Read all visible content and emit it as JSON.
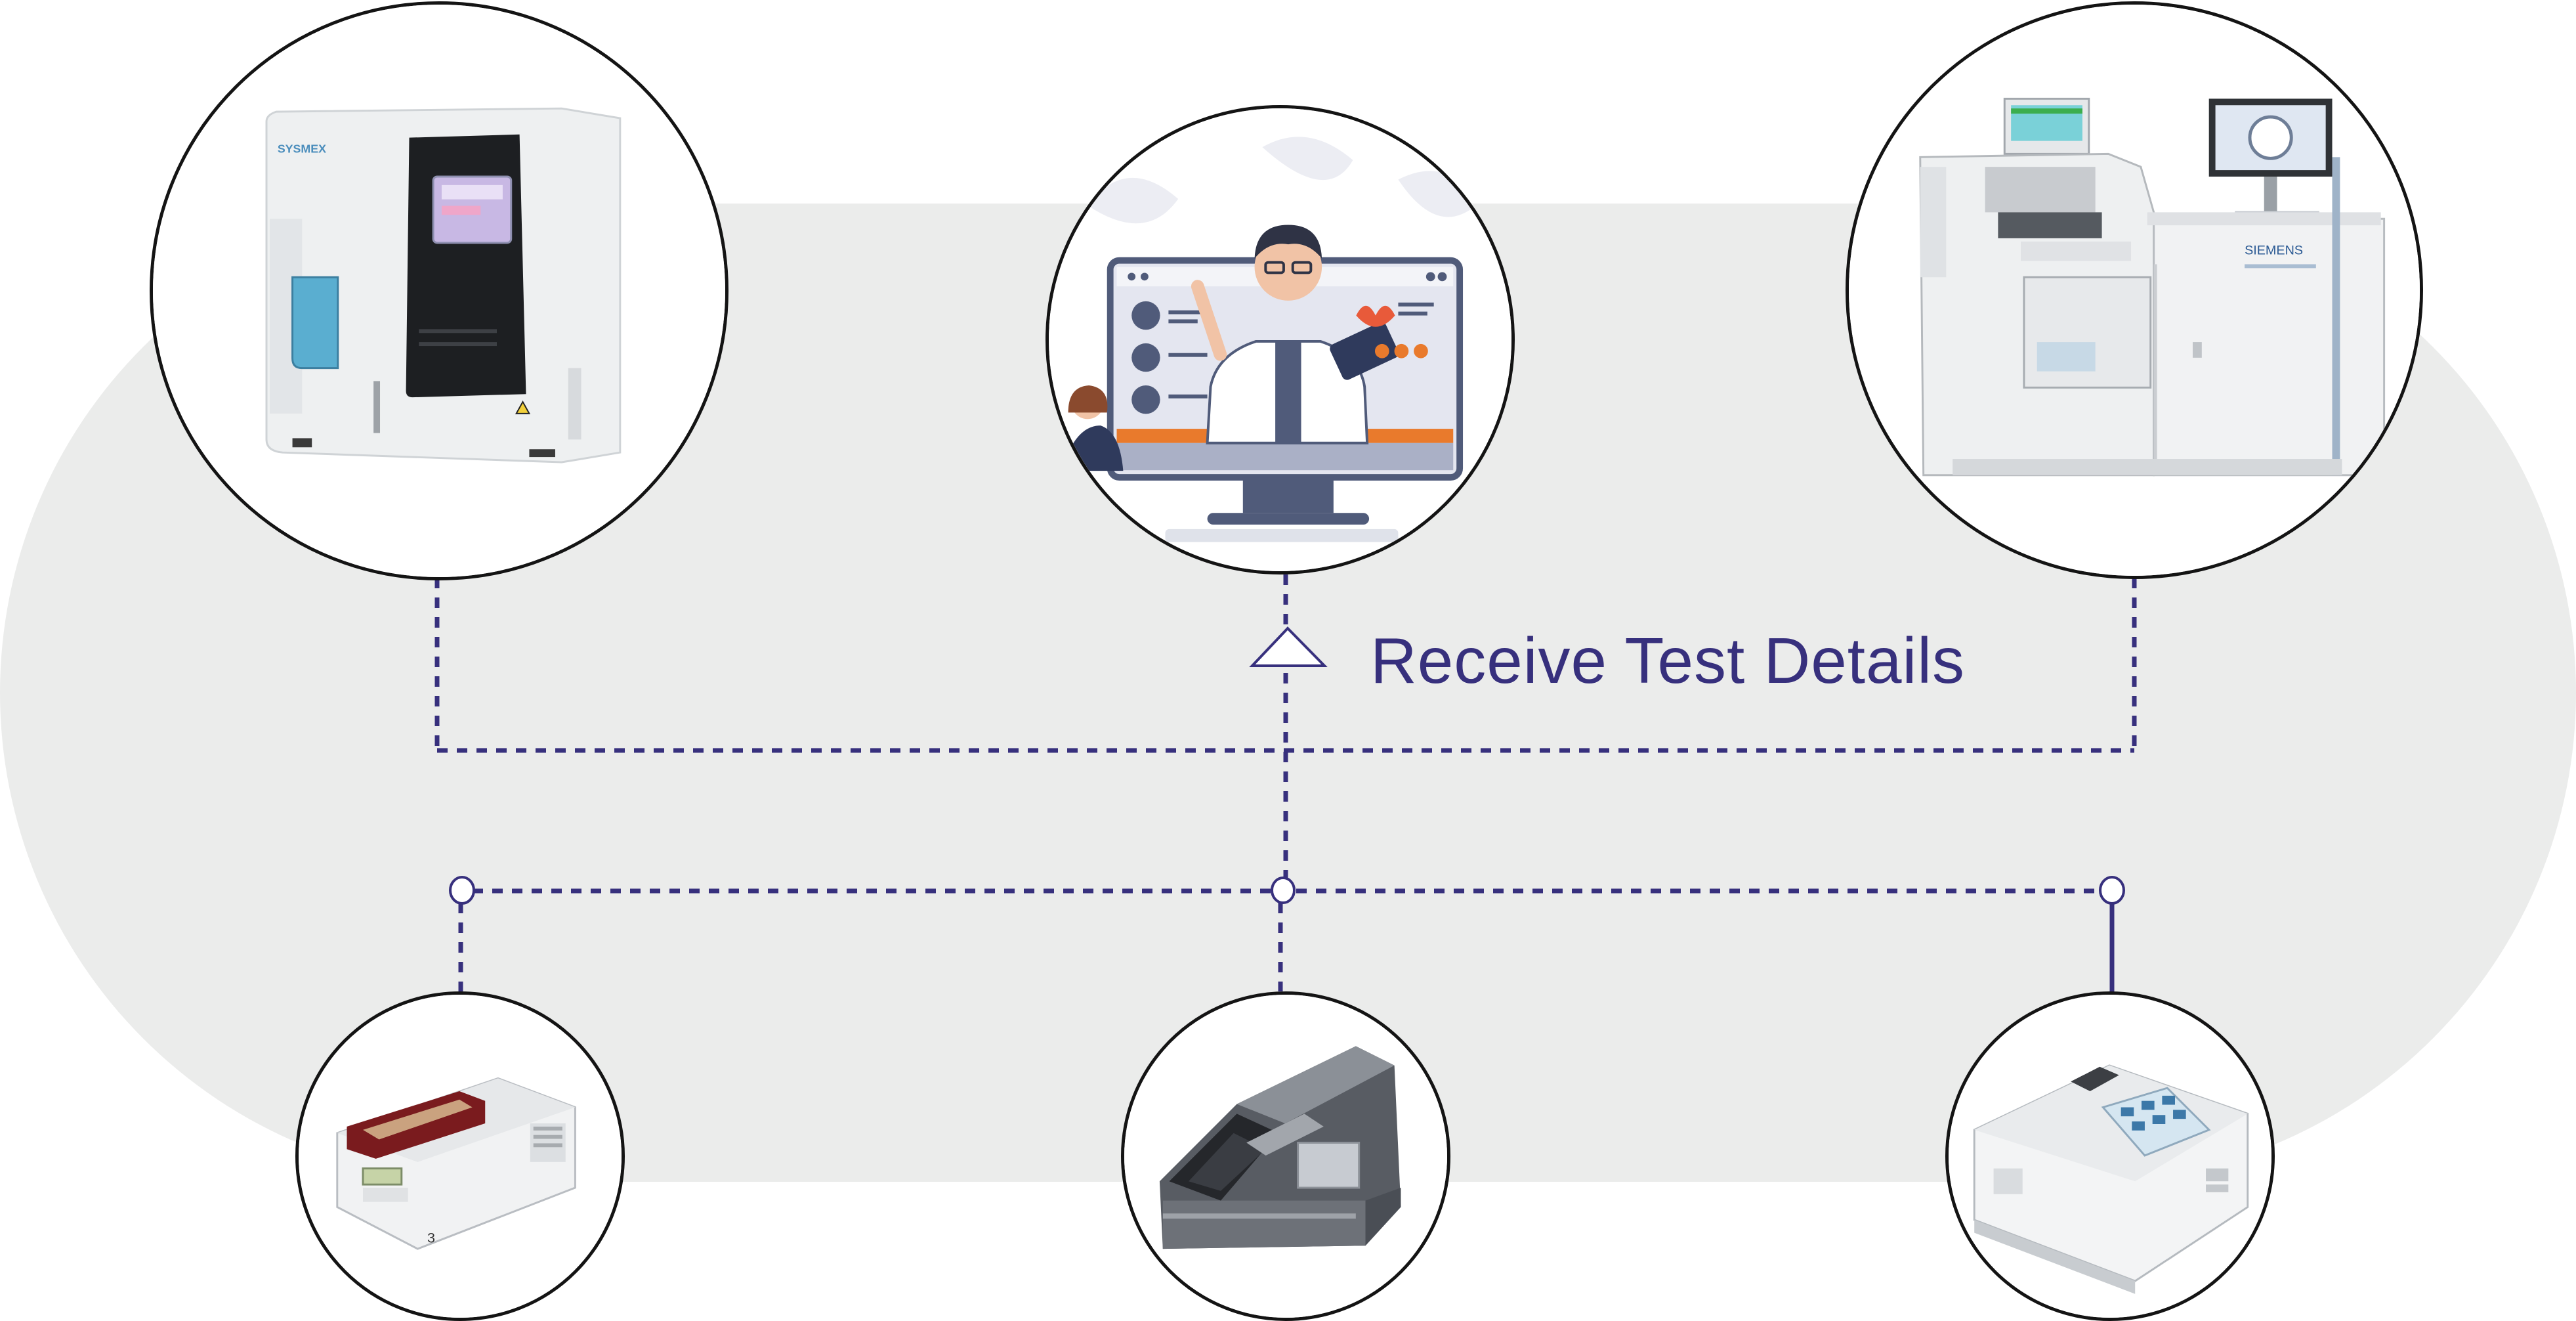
{
  "diagram": {
    "label": "Receive Test Details",
    "line_color": "#37307d",
    "background_color": "#ebeceb",
    "nodes": {
      "top": [
        {
          "id": "hematology-analyzer",
          "icon": "hematology-analyzer-icon",
          "badge": "SYSMEX"
        },
        {
          "id": "doctor-portal",
          "icon": "telemedicine-doctor-icon"
        },
        {
          "id": "chemistry-analyzer",
          "icon": "chemistry-analyzer-icon",
          "badge": "SIEMENS"
        }
      ],
      "bottom": [
        {
          "id": "microplate-analyzer",
          "icon": "coagulation-analyzer-icon",
          "badge": "3"
        },
        {
          "id": "blood-gas-analyzer",
          "icon": "blood-gas-analyzer-icon"
        },
        {
          "id": "urine-analyzer",
          "icon": "touchscreen-analyzer-icon"
        }
      ]
    }
  }
}
